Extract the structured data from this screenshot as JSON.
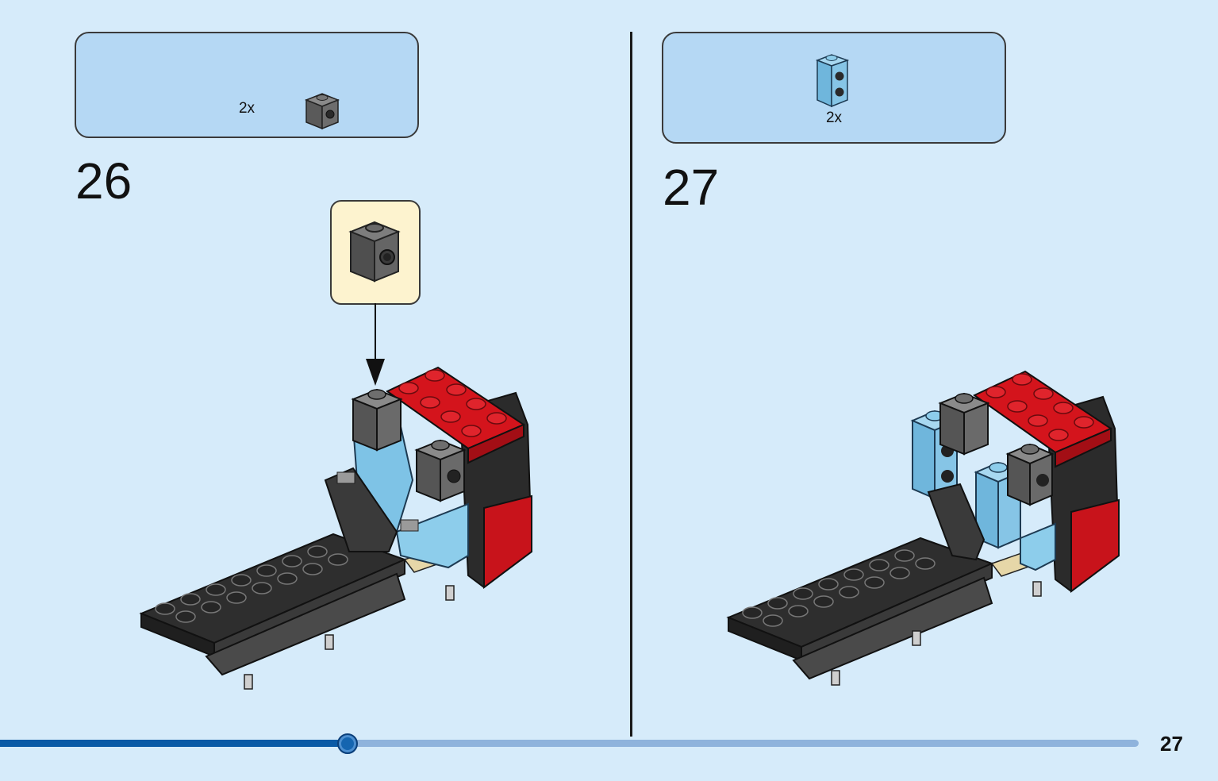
{
  "steps": [
    {
      "number": "26",
      "parts_qty": "2x"
    },
    {
      "number": "27",
      "parts_qty": "2x"
    }
  ],
  "progress": {
    "fraction": 0.305
  },
  "page": {
    "number": "27"
  },
  "colors": {
    "background": "#d6ebfa",
    "parts_box": "#b5d8f4",
    "callout": "#fdf3cf",
    "brick_red": "#d4141c",
    "brick_azure": "#7ec3e6",
    "brick_dark_gray": "#5a5a5a",
    "brick_black": "#2a2a2a",
    "progress_fill": "#0a5aa6",
    "progress_track": "#8fb3dc"
  }
}
